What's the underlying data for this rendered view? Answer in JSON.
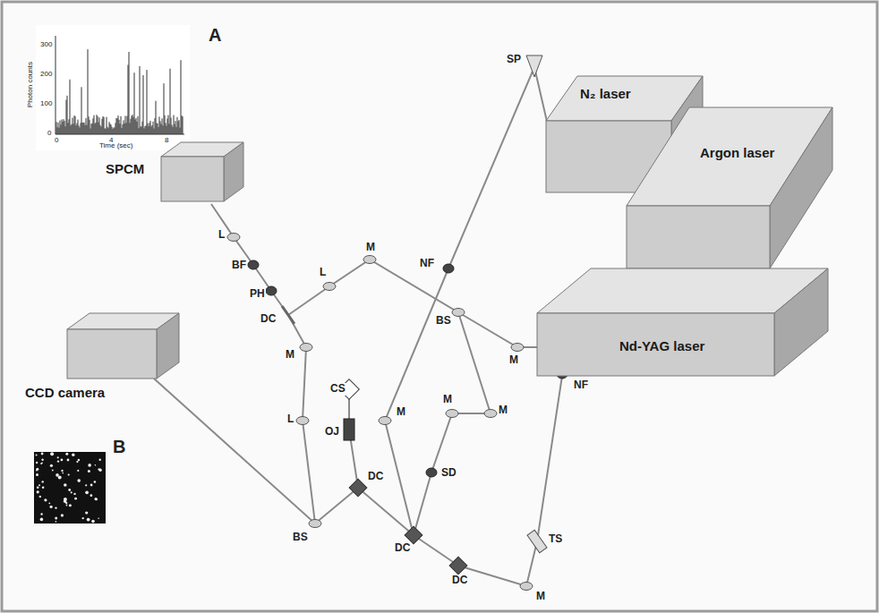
{
  "diagram": {
    "nodes": [
      {
        "text": [
          "SPCM"
        ]
      },
      {
        "text": [
          "CCD camera"
        ]
      },
      {
        "text": [
          "N₂ laser"
        ]
      },
      {
        "text": [
          "Argon laser"
        ]
      },
      {
        "text": [
          "Nd-YAG laser"
        ]
      }
    ],
    "labels": [
      "A",
      "Photon counts",
      "Time (sec)",
      "0",
      "4",
      "8",
      "0",
      "100",
      "200",
      "300",
      "B",
      "L",
      "BF",
      "PH",
      "DC",
      "L",
      "M",
      "BS",
      "M",
      "SP",
      "NF",
      "M",
      "M",
      "M",
      "SD",
      "NF",
      "TS",
      "M",
      "DC",
      "DC",
      "DC",
      "BS",
      "OJ",
      "CS",
      "L",
      "M"
    ]
  }
}
